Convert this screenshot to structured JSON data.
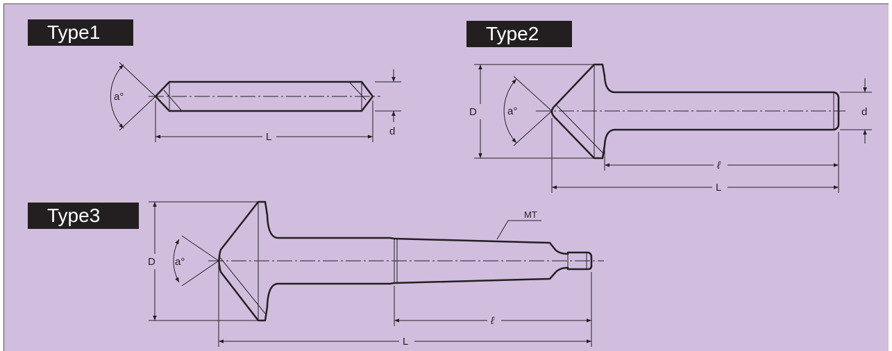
{
  "types": {
    "type1": {
      "label": "Type1"
    },
    "type2": {
      "label": "Type2"
    },
    "type3": {
      "label": "Type3"
    }
  },
  "dimensions": {
    "angle": "a°",
    "overall_length": "L",
    "shank_length": "ℓ",
    "shank_diameter": "d",
    "head_diameter": "D",
    "taper": "MT"
  },
  "colors": {
    "panel_background": "#d1bedf",
    "label_background": "#231f20",
    "line": "#231f20"
  }
}
